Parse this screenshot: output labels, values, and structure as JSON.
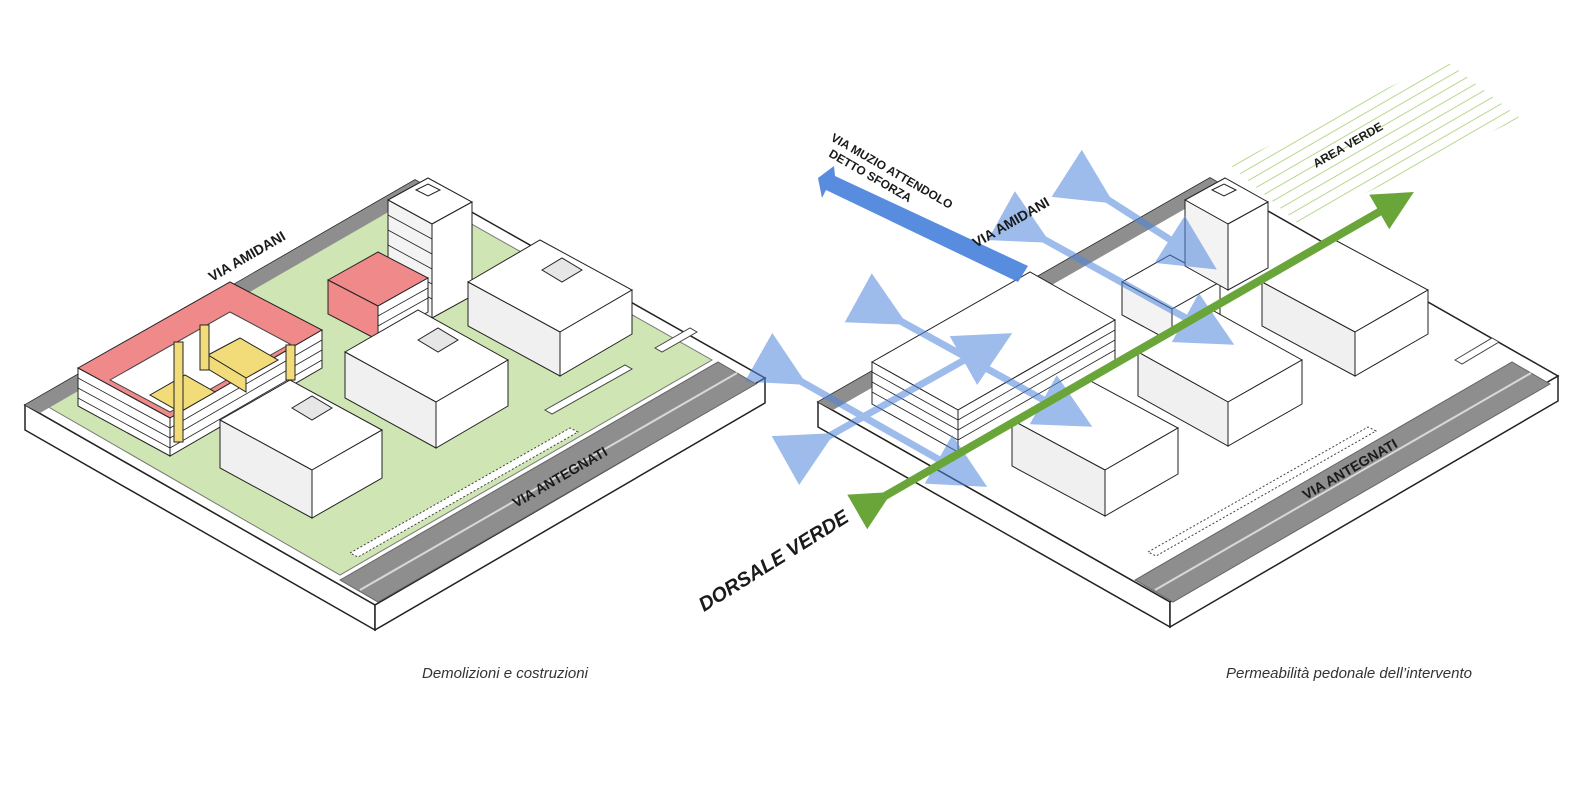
{
  "left_panel": {
    "caption": "Demolizioni e costruzioni",
    "street_top": "VIA AMIDANI",
    "street_bottom": "VIA ANTEGNATI"
  },
  "right_panel": {
    "caption": "Permeabilità pedonale dell’intervento",
    "street_muzio_line1": "VIA MUZIO ATTENDOLO",
    "street_muzio_line2": "DETTO SFORZA",
    "street_top": "VIA AMIDANI",
    "street_bottom": "VIA ANTEGNATI",
    "green_area": "AREA VERDE",
    "green_spine": "DORSALE VERDE"
  },
  "colors": {
    "demolition": "#f08a8a",
    "new_build": "#f2dc7a",
    "green": "#cfe6b4",
    "road": "#8e8e8e",
    "base_side": "#ffffff",
    "pedestrian_arrow": "#4f86dc",
    "green_spine_arrow": "#6aa539"
  },
  "icons": {
    "pedestrian_flow": "double-arrow-icon",
    "green_spine": "double-arrow-icon"
  }
}
